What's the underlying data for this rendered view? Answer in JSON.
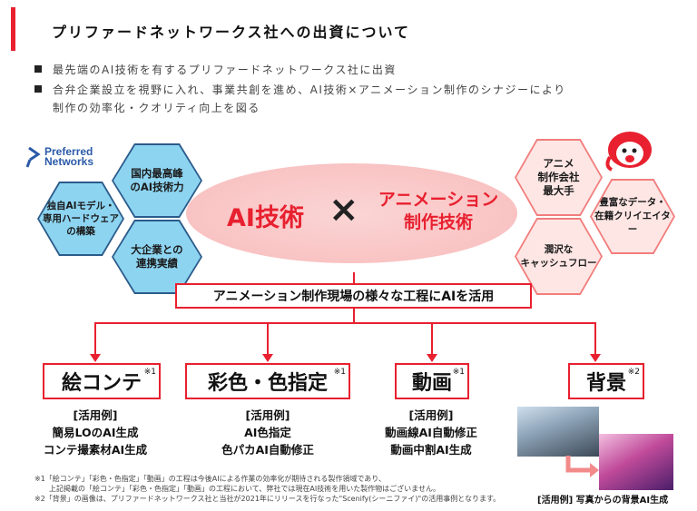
{
  "title": "プリファードネットワークス社への出資について",
  "bullets": [
    "最先端のAI技術を有するプリファードネットワークス社に出資",
    "合弁企業設立を視野に入れ、事業共創を進め、AI技術×アニメーション制作のシナジーにより",
    "制作の効率化・クオリティ向上を図る"
  ],
  "pfn_logo": {
    "line1": "Preferred",
    "line2": "Networks"
  },
  "left_hex": [
    [
      "国内最高峰",
      "のAI技術力"
    ],
    [
      "独自AIモデル・",
      "専用ハードウェア",
      "の構築"
    ],
    [
      "大企業との",
      "連携実績"
    ]
  ],
  "right_hex": [
    [
      "アニメ",
      "制作会社",
      "最大手"
    ],
    [
      "豊富なデータ・",
      "在籍クリイエイター"
    ],
    [
      "潤沢な",
      "キャッシュフロー"
    ]
  ],
  "center": {
    "left": "AI技術",
    "times": "×",
    "right1": "アニメーション",
    "right2": "制作技術"
  },
  "banner": "アニメーション制作現場の様々な工程にAIを活用",
  "processes": [
    {
      "name": "絵コンテ",
      "note": "※1",
      "example_label": "[活用例]",
      "examples": [
        "簡易LOのAI生成",
        "コンテ撮素材AI生成"
      ]
    },
    {
      "name": "彩色・色指定",
      "note": "※1",
      "example_label": "[活用例]",
      "examples": [
        "AI色指定",
        "色パカAI自動修正"
      ]
    },
    {
      "name": "動画",
      "note": "※1",
      "example_label": "[活用例]",
      "examples": [
        "動画線AI自動修正",
        "動画中割AI生成"
      ]
    },
    {
      "name": "背景",
      "note": "※2",
      "caption": "[活用例] 写真からの背景AI生成"
    }
  ],
  "footnotes": [
    "※1「絵コンテ」「彩色・色指定」「動画」の工程は今後AIによる作業の効率化が期待される製作領域であり、",
    "上記掲載の「絵コンテ」「彩色・色指定」「動画」の工程において、弊社では現在AI技術を用いた製作物はございません。",
    "※2「背景」の画像は、プリファードネットワークス社と当社が2021年にリリースを行なった\"Scenify(シーニファイ)\"の活用事例となります。"
  ],
  "colors": {
    "accent": "#e8202f",
    "blue_hex": "#8dd4f1",
    "pink_hex": "#fde6e4"
  }
}
